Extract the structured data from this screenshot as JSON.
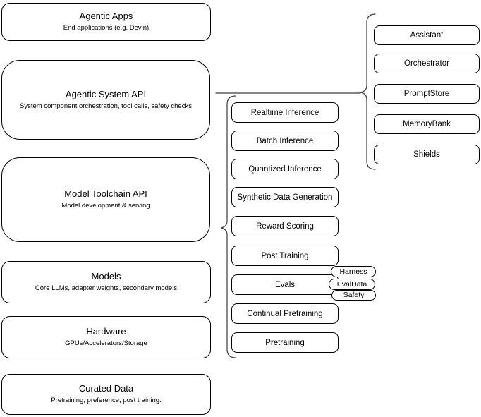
{
  "diagram": {
    "layers": [
      {
        "title": "Agentic Apps",
        "subtitle": "End applications (e.g. Devin)"
      },
      {
        "title": "Agentic System API",
        "subtitle": "System component orchestration, tool calls, safety checks"
      },
      {
        "title": "Model Toolchain API",
        "subtitle": "Model development & serving"
      },
      {
        "title": "Models",
        "subtitle": "Core LLMs, adapter weights, secondary models"
      },
      {
        "title": "Hardware",
        "subtitle": "GPUs/Accelerators/Storage"
      },
      {
        "title": "Curated Data",
        "subtitle": "Pretraining, preference, post training."
      }
    ],
    "toolchain_services": {
      "items": [
        "Realtime Inference",
        "Batch Inference",
        "Quantized Inference",
        "Synthetic Data Generation",
        "Reward Scoring",
        "Post Training",
        "Evals",
        "Continual Pretraining",
        "Pretraining"
      ],
      "evals_tags": [
        "Harness",
        "EvalData",
        "Safety"
      ]
    },
    "system_components": {
      "items": [
        "Assistant",
        "Orchestrator",
        "PromptStore",
        "MemoryBank",
        "Shields"
      ]
    }
  },
  "colors": {
    "background": "#ffffff",
    "node_fill": "#ffffff",
    "node_border": "#000000",
    "connector": "#3a3a3a"
  }
}
